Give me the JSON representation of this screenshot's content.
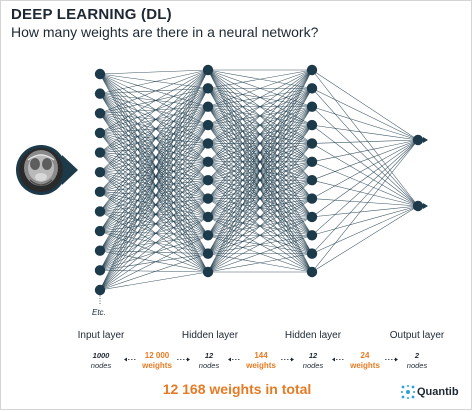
{
  "header": {
    "title": "DEEP LEARNING (DL)",
    "subtitle": "How many weights are there in a neural network?"
  },
  "network": {
    "etc_label": "Etc.",
    "layers": [
      {
        "label": "Input layer",
        "count": "1000",
        "unit": "nodes"
      },
      {
        "label": "Hidden layer",
        "count": "12",
        "unit": "nodes"
      },
      {
        "label": "Hidden layer",
        "count": "12",
        "unit": "nodes"
      },
      {
        "label": "Output layer",
        "count": "2",
        "unit": "nodes"
      }
    ],
    "weights": [
      {
        "count": "12 000",
        "unit": "weights"
      },
      {
        "count": "144",
        "unit": "weights"
      },
      {
        "count": "24",
        "unit": "weights"
      }
    ],
    "total": "12 168 weights in total"
  },
  "brand": {
    "name": "Quantib"
  },
  "colors": {
    "node": "#1d3a4a",
    "accent": "#e77b24",
    "text": "#1d2833"
  }
}
